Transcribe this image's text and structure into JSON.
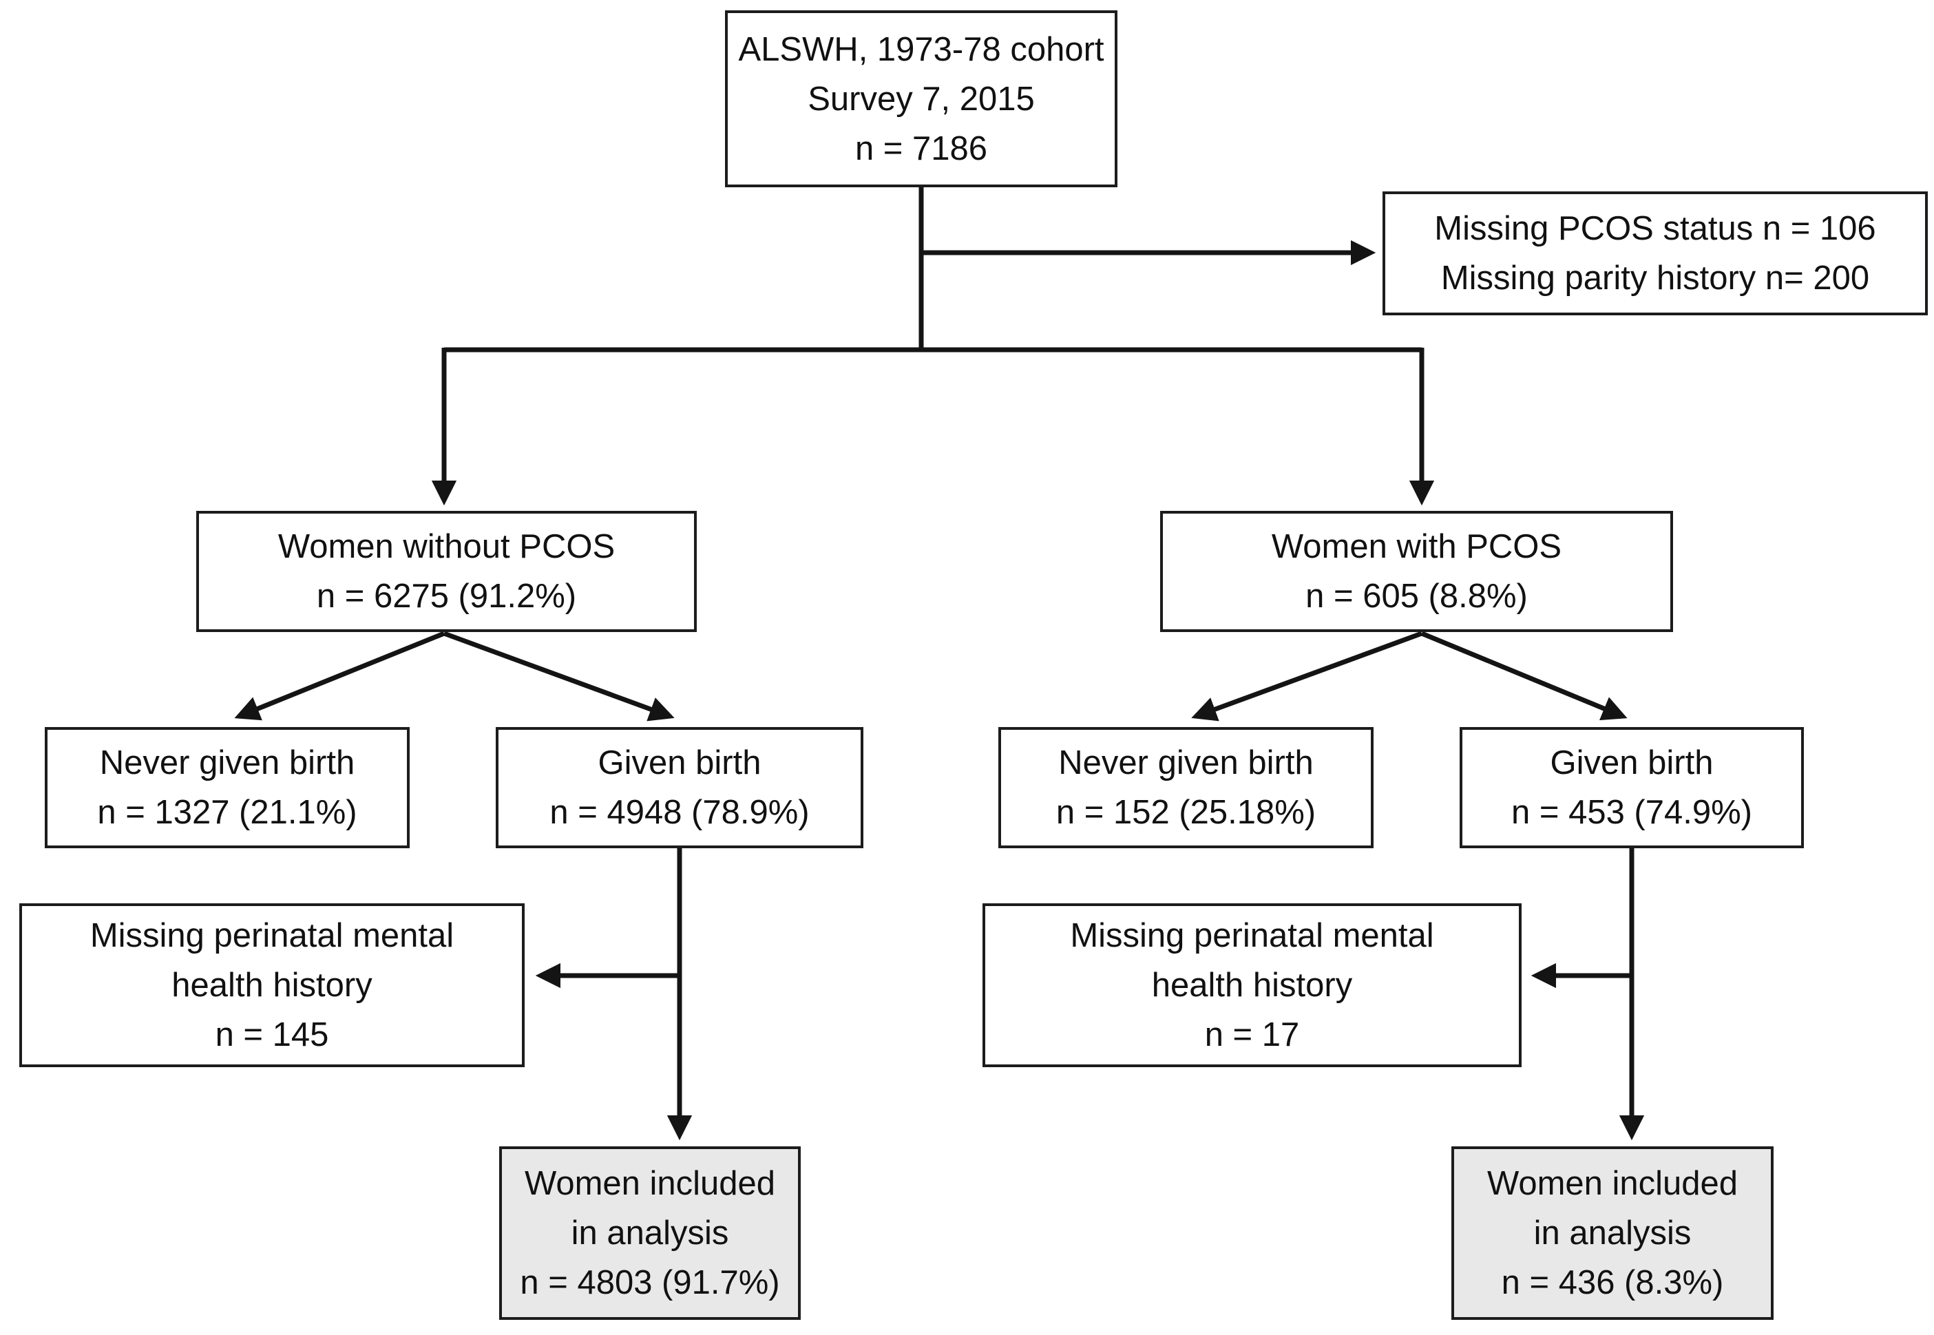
{
  "title": "ALSWH 1973-78 cohort PCOS perinatal mental health participant flow diagram",
  "colors": {
    "background": "#ffffff",
    "box_background": "#ffffff",
    "included_box_background": "#e8e8e8",
    "border": "#1c1c1c",
    "text": "#111111",
    "connector": "#141414"
  },
  "nodes": {
    "root": {
      "line1": "ALSWH, 1973-78 cohort",
      "line2": "Survey 7, 2015",
      "line3": "n = 7186"
    },
    "excluded_top": {
      "line1": "Missing PCOS status n = 106",
      "line2": "Missing parity history n= 200"
    },
    "no_pcos": {
      "line1": "Women without PCOS",
      "line2": "n = 6275 (91.2%)"
    },
    "pcos": {
      "line1": "Women with PCOS",
      "line2": "n = 605 (8.8%)"
    },
    "no_pcos_never_birth": {
      "line1": "Never given birth",
      "line2": "n = 1327 (21.1%)"
    },
    "no_pcos_given_birth": {
      "line1": "Given birth",
      "line2": "n = 4948 (78.9%)"
    },
    "pcos_never_birth": {
      "line1": "Never given birth",
      "line2": "n = 152 (25.18%)"
    },
    "pcos_given_birth": {
      "line1": "Given birth",
      "line2": "n = 453 (74.9%)"
    },
    "no_pcos_missing_mh": {
      "line1": "Missing perinatal mental",
      "line2": "health history",
      "line3": "n = 145"
    },
    "pcos_missing_mh": {
      "line1": "Missing perinatal mental",
      "line2": "health history",
      "line3": "n = 17"
    },
    "no_pcos_included": {
      "line1": "Women included",
      "line2": "in analysis",
      "line3": "n = 4803 (91.7%)"
    },
    "pcos_included": {
      "line1": "Women included",
      "line2": "in analysis",
      "line3": "n = 436 (8.3%)"
    }
  },
  "edges": [
    {
      "from": "root",
      "to": "excluded_top"
    },
    {
      "from": "root",
      "to": "no_pcos"
    },
    {
      "from": "root",
      "to": "pcos"
    },
    {
      "from": "no_pcos",
      "to": "no_pcos_never_birth"
    },
    {
      "from": "no_pcos",
      "to": "no_pcos_given_birth"
    },
    {
      "from": "pcos",
      "to": "pcos_never_birth"
    },
    {
      "from": "pcos",
      "to": "pcos_given_birth"
    },
    {
      "from": "no_pcos_given_birth",
      "to": "no_pcos_missing_mh"
    },
    {
      "from": "no_pcos_given_birth",
      "to": "no_pcos_included"
    },
    {
      "from": "pcos_given_birth",
      "to": "pcos_missing_mh"
    },
    {
      "from": "pcos_given_birth",
      "to": "pcos_included"
    }
  ]
}
